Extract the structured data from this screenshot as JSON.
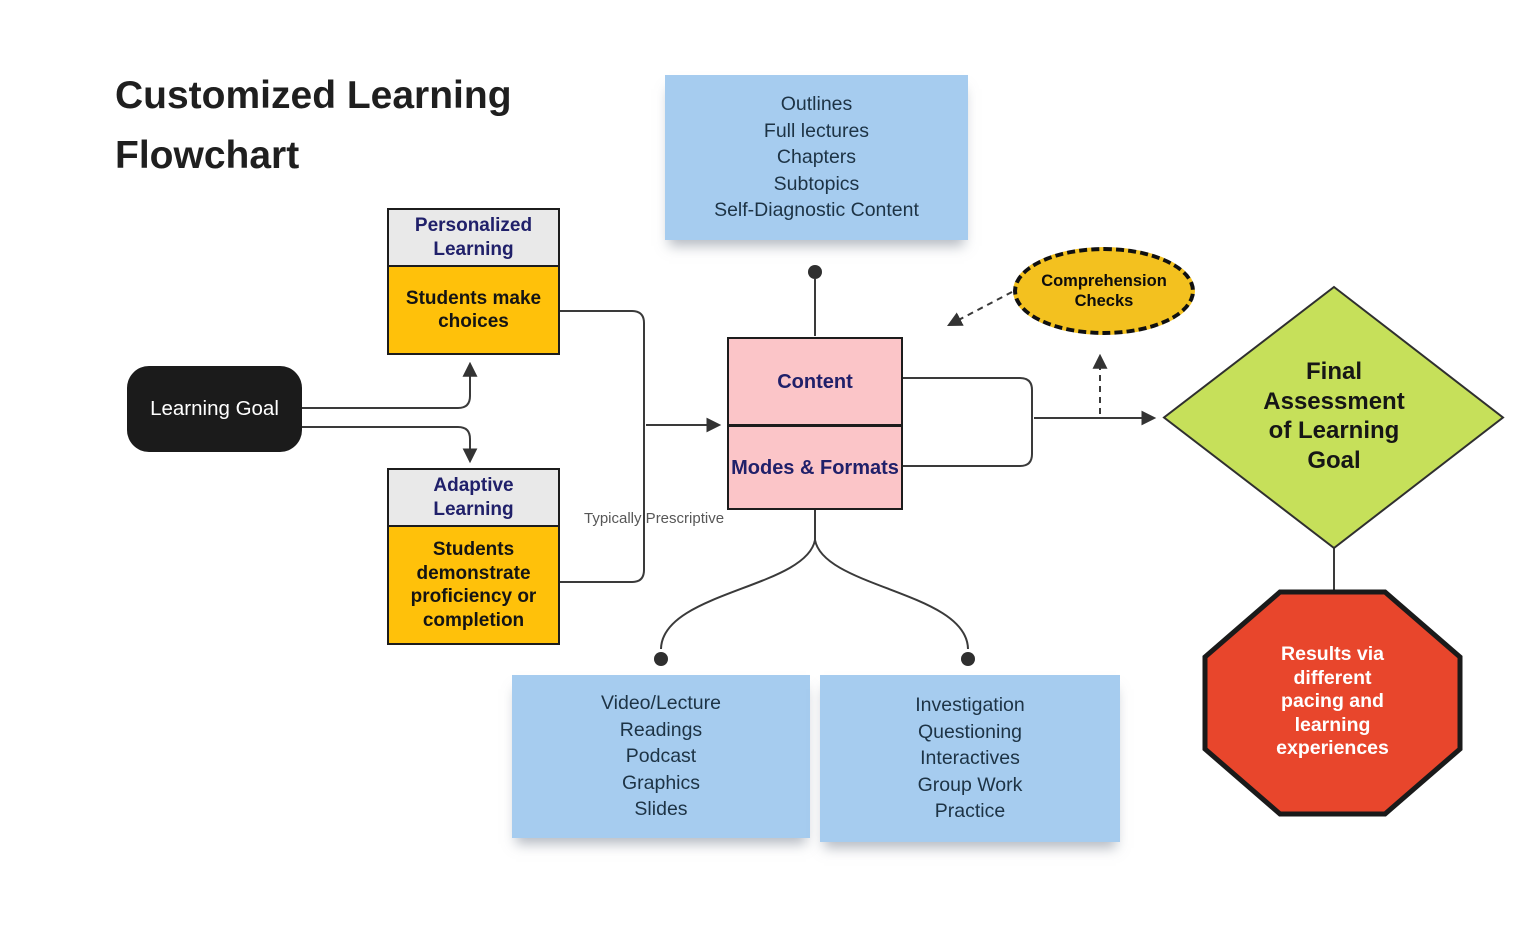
{
  "title": [
    "Customized Learning",
    "Flowchart"
  ],
  "nodes": {
    "learning_goal": {
      "label": "Learning Goal"
    },
    "personalized_learning": {
      "header": "Personalized Learning",
      "body": "Students make choices"
    },
    "adaptive_learning": {
      "header": "Adaptive Learning",
      "body": "Students demonstrate proficiency or completion"
    },
    "content": {
      "top": "Content",
      "bottom": "Modes & Formats"
    },
    "comprehension_checks": {
      "label": "Comprehension Checks"
    },
    "final_assessment": {
      "label": [
        "Final",
        "Assessment",
        "of Learning",
        "Goal"
      ]
    },
    "results": {
      "label": [
        "Results via",
        "different",
        "pacing and",
        "learning",
        "experiences"
      ]
    },
    "content_examples": {
      "lines": [
        "Outlines",
        "Full lectures",
        "Chapters",
        "Subtopics",
        "Self-Diagnostic Content"
      ]
    },
    "passive_modes": {
      "lines": [
        "Video/Lecture",
        "Readings",
        "Podcast",
        "Graphics",
        "Slides"
      ]
    },
    "active_modes": {
      "lines": [
        "Investigation",
        "Questioning",
        "Interactives",
        "Group Work",
        "Practice"
      ]
    }
  },
  "annotations": {
    "typically_prescriptive": "Typically Prescriptive"
  },
  "colors": {
    "yellow_box": "#FFC10A",
    "box_header_gray": "#E9E9E9",
    "navy_text": "#20206A",
    "pink_box": "#FBC5C8",
    "sticky_blue": "#A6CCEF",
    "gold_ellipse": "#F3C11F",
    "green_diamond": "#C6E05A",
    "red_octagon": "#E8462C",
    "black_node": "#1B1B1B",
    "connector": "#3A3A3A"
  }
}
